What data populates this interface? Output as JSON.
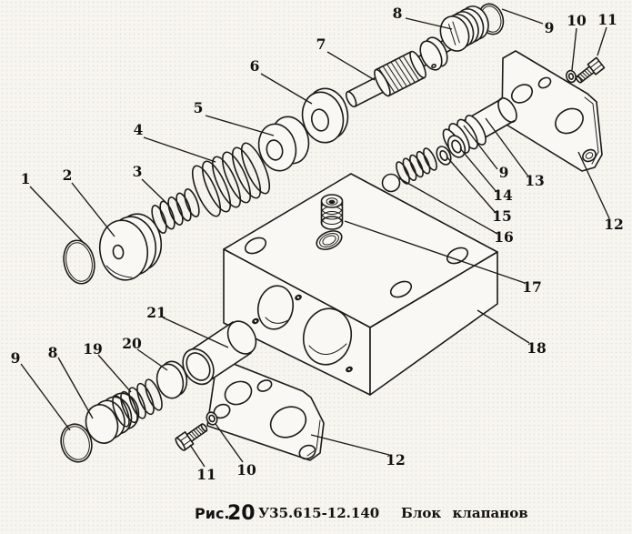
{
  "figure": {
    "kind": "exploded-parts-diagram",
    "caption": {
      "fig_label": "Рис.",
      "fig_number": "20",
      "code": "У35.615-12.140",
      "name": "Блок клапанов"
    }
  },
  "colors": {
    "ink": "#1d1b18",
    "paper": "#f7f5f0"
  },
  "callouts": [
    {
      "n": "1"
    },
    {
      "n": "2"
    },
    {
      "n": "3"
    },
    {
      "n": "4"
    },
    {
      "n": "5"
    },
    {
      "n": "6"
    },
    {
      "n": "7"
    },
    {
      "n": "8"
    },
    {
      "n": "9"
    },
    {
      "n": "10"
    },
    {
      "n": "11"
    },
    {
      "n": "12"
    },
    {
      "n": "13"
    },
    {
      "n": "9"
    },
    {
      "n": "14"
    },
    {
      "n": "15"
    },
    {
      "n": "16"
    },
    {
      "n": "17"
    },
    {
      "n": "18"
    },
    {
      "n": "21"
    },
    {
      "n": "20"
    },
    {
      "n": "19"
    },
    {
      "n": "8"
    },
    {
      "n": "9"
    },
    {
      "n": "11"
    },
    {
      "n": "10"
    },
    {
      "n": "12"
    }
  ]
}
